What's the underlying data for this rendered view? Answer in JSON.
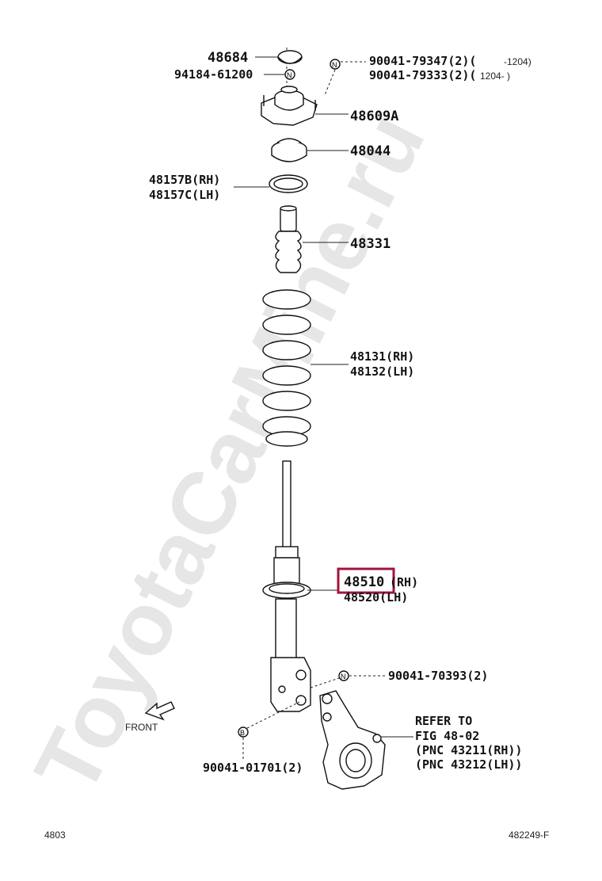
{
  "watermark": "ToyotaCarMine.ru",
  "labels": {
    "p48684": "48684",
    "p94184": "94184-61200",
    "p90041a": "90041-79347(2)(",
    "p90041a_range": "-1204)",
    "p90041b": "90041-79333(2)(",
    "p90041b_range": "1204-      )",
    "p48609": "48609A",
    "p48044": "48044",
    "p48157b": "48157B(RH)",
    "p48157c": "48157C(LH)",
    "p48331": "48331",
    "p48131": "48131(RH)",
    "p48132": "48132(LH)",
    "p48510": "48510",
    "p48510_side": "(RH)",
    "p48520": "48520(LH)",
    "p90041c": "90041-70393(2)",
    "refer1": "REFER TO",
    "refer2": "FIG 48-02",
    "refer3": "(PNC 43211(RH))",
    "refer4": "(PNC 43212(LH))",
    "p90041d": "90041-01701(2)",
    "front": "FRONT",
    "fig_no": "4803",
    "ref_no": "482249-F"
  },
  "markers": {
    "n": "N",
    "b": "B"
  },
  "colors": {
    "highlight": "#a0143c",
    "ink": "#111111",
    "watermark": "#e6e6e6"
  }
}
